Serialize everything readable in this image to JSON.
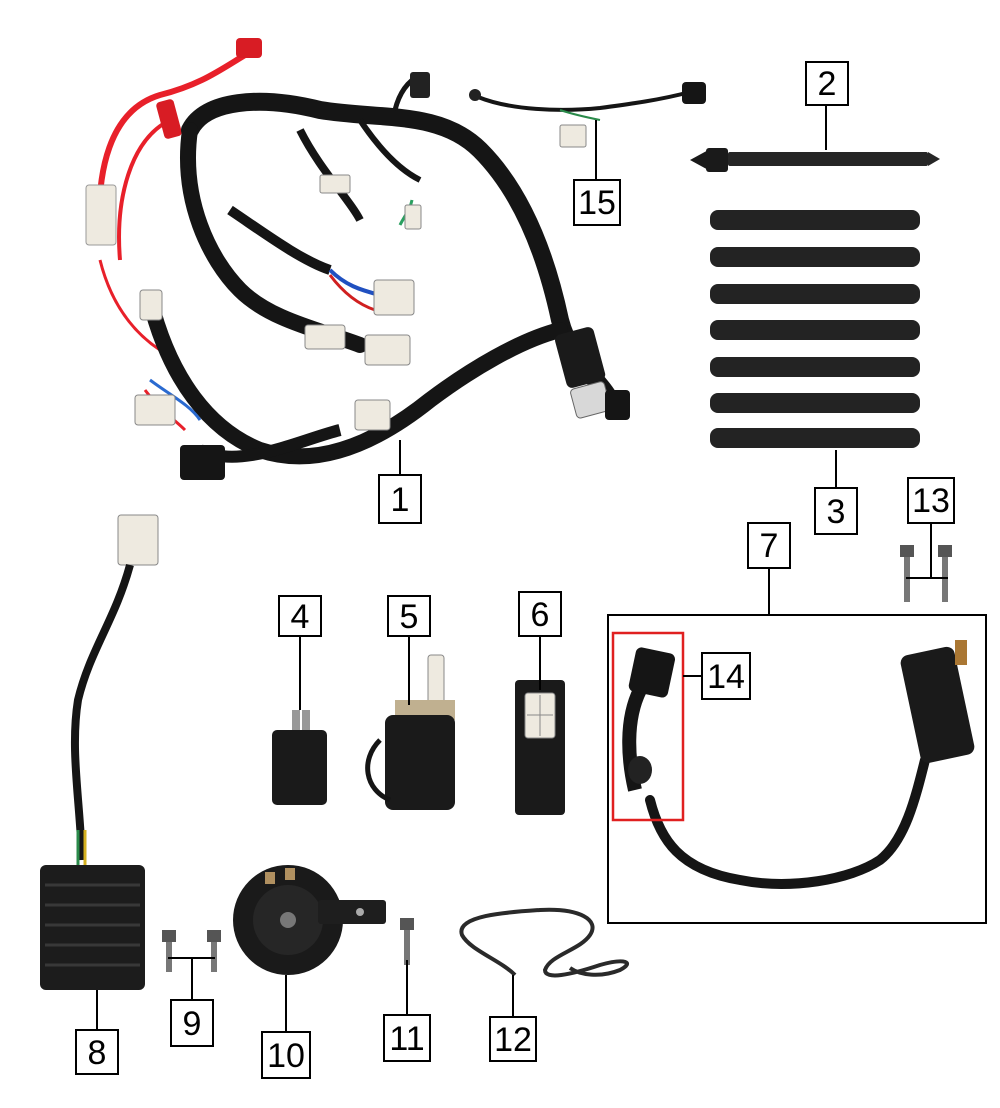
{
  "diagram": {
    "callouts": [
      {
        "id": "1",
        "label": "1"
      },
      {
        "id": "2",
        "label": "2"
      },
      {
        "id": "3",
        "label": "3"
      },
      {
        "id": "4",
        "label": "4"
      },
      {
        "id": "5",
        "label": "5"
      },
      {
        "id": "6",
        "label": "6"
      },
      {
        "id": "7",
        "label": "7"
      },
      {
        "id": "8",
        "label": "8"
      },
      {
        "id": "9",
        "label": "9"
      },
      {
        "id": "10",
        "label": "10"
      },
      {
        "id": "11",
        "label": "11"
      },
      {
        "id": "12",
        "label": "12"
      },
      {
        "id": "13",
        "label": "13"
      },
      {
        "id": "14",
        "label": "14"
      },
      {
        "id": "15",
        "label": "15"
      }
    ],
    "colors": {
      "highlight_box": "#e02020",
      "wire_red": "#e8202a",
      "wire_black": "#151515",
      "part_body": "#1c1c1c",
      "connector_white": "#eeeae0"
    }
  }
}
